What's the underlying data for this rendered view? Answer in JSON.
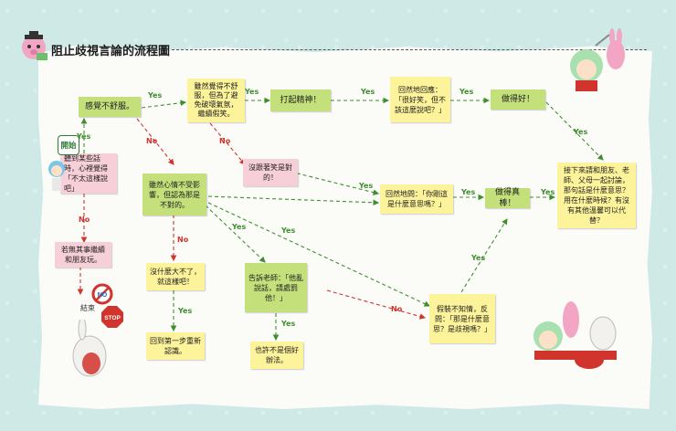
{
  "title": "阻止歧視言論的流程圖",
  "start_label": "開始",
  "end_label": "結束",
  "stop_sign": "STOP",
  "no_sign": "NO",
  "nodes": {
    "start": "聽到某些話時，心裡覺得「不太這樣說吧」",
    "uncomfortable": "感覺不舒服。",
    "consider": "雖然覺得不舒服，但為了避免破壞氣氛，繼續假笑。",
    "cheer": "打起精神！",
    "reply_bad": "回然地回應：「很好笑，但不該這麼說吧？」",
    "great1": "做得好！",
    "ask_right": "沒跟著笑是對的！",
    "ask_what": "回然地問：「你剛這是什麼意思嗎？」",
    "great2": "做得真棒！",
    "final": "接下來請和朋友、老師、父母一起討論，那句話是什麼意思？用在什麼時候？有沒有其他溫馨可以代替？",
    "no_change": "若無其事繼續和朋友玩。",
    "unaffected": "雖然心情不受影響，但認為那是不對的。",
    "nothing": "沒什麼大不了，就這樣吧！",
    "tell_teacher": "告訴老師：「他亂說話，請處罰他！」",
    "pretend": "假裝不知情，反問：「那是什麼意思？是歧視嗎？」",
    "restart": "回到第一步重新認識。",
    "maybe": "也許不是個好辦法。"
  },
  "labels": {
    "yes": "Yes",
    "no": "No"
  },
  "colors": {
    "green_note": "#c3e07a",
    "pink_note": "#f7cfd8",
    "yellow_note": "#fdf39a",
    "yes_arrow": "#3f8f2f",
    "no_arrow": "#d0342c",
    "background": "#cfe9e6"
  }
}
